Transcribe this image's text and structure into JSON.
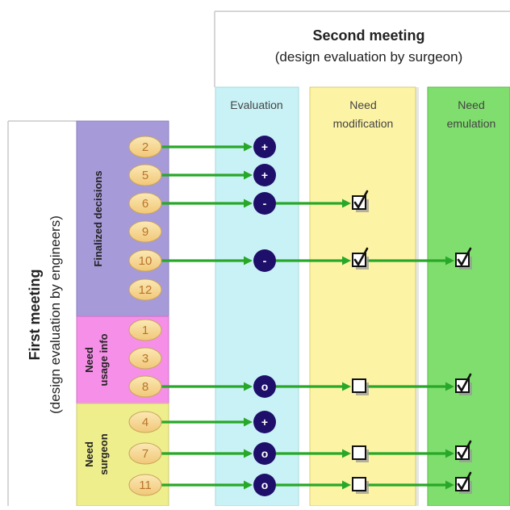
{
  "second_meeting": {
    "title": "Second meeting",
    "subtitle": "(design evaluation by surgeon)"
  },
  "first_meeting": {
    "title": "First meeting",
    "subtitle": "(design evaluation by engineers)"
  },
  "columns": {
    "evaluation": "Evaluation",
    "need_modification": [
      "Need",
      "modification"
    ],
    "need_emulation": [
      "Need",
      "emulation"
    ]
  },
  "groups": [
    {
      "label": [
        "Finalized decisions"
      ],
      "color": "#a79ad9"
    },
    {
      "label": [
        "Need",
        "usage info"
      ],
      "color": "#f58fe8"
    },
    {
      "label": [
        "Need",
        "surgeon"
      ],
      "color": "#eeee8c"
    }
  ],
  "items": [
    {
      "num": "2",
      "eval": "+",
      "modification": null,
      "emulation": null
    },
    {
      "num": "5",
      "eval": "+",
      "modification": null,
      "emulation": null
    },
    {
      "num": "6",
      "eval": "-",
      "modification": "checked",
      "emulation": null
    },
    {
      "num": "9",
      "eval": null,
      "modification": null,
      "emulation": null
    },
    {
      "num": "10",
      "eval": "-",
      "modification": "checked",
      "emulation": "checked"
    },
    {
      "num": "12",
      "eval": null,
      "modification": null,
      "emulation": null
    },
    {
      "num": "1",
      "eval": null,
      "modification": null,
      "emulation": null
    },
    {
      "num": "3",
      "eval": null,
      "modification": null,
      "emulation": null
    },
    {
      "num": "8",
      "eval": "o",
      "modification": "unchecked",
      "emulation": "checked"
    },
    {
      "num": "4",
      "eval": "+",
      "modification": null,
      "emulation": null
    },
    {
      "num": "7",
      "eval": "o",
      "modification": "unchecked",
      "emulation": "checked"
    },
    {
      "num": "11",
      "eval": "o",
      "modification": "unchecked",
      "emulation": "checked"
    }
  ],
  "colors": {
    "evaluation_column": "#c9f2f6",
    "modification_column": "#fdf3a5",
    "emulation_column": "#80de6e",
    "arrow": "#28a828",
    "symbol_circle": "#1e0f6a",
    "pill": "#f7d98e"
  }
}
